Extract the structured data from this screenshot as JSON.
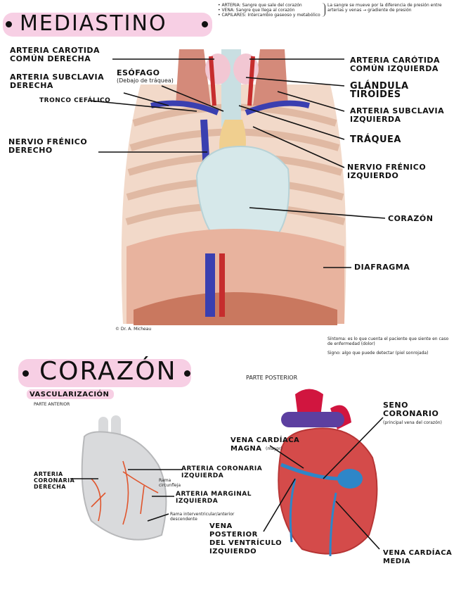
{
  "mediastino": {
    "title": "MEDIASTINO",
    "notes": "• ARTERIA: Sangre que sale del corazón\n• VENA: Sangre que llega al corazón\n• CAPILARES: Intercambio gaseoso y metabólico",
    "notes_aside": "La sangre se mueve por la diferencia de presión entre arterias y venas → gradiente de presión",
    "labels": {
      "carotida_der": "ARTERIA CAROTIDA\nCOMÚN DERECHA",
      "esofago": "ESÓFAGO",
      "esofago_note": "(Debajo de tráquea)",
      "subclavia_der": "ARTERIA SUBCLAVIA\nDERECHA",
      "tronco": "TRONCO CEFÁLICO",
      "frenico_der": "NERVIO FRÉNICO\nDERECHO",
      "carotida_izq": "ARTERIA CARÓTIDA\nCOMÚN IZQUIERDA",
      "tiroides": "GLÁNDULA TIROIDES",
      "subclavia_izq": "ARTERIA SUBCLAVIA\nIZQUIERDA",
      "traquea": "TRÁQUEA",
      "frenico_izq": "NERVIO FRÉNICO\nIZQUIERDO",
      "corazon": "CORAZÓN",
      "diafragma": "DIAFRAGMA"
    },
    "credit": "© Dr. A. Micheau",
    "sintoma": "Síntoma: es lo que cuenta el paciente que siente en caso de enfermedad (dolor)",
    "signo": "Signo: algo que puede detectar (piel sonrojada)"
  },
  "corazon": {
    "title": "CORAZÓN",
    "subtitle": "VASCULARIZACIÓN",
    "parte_anterior": "PARTE ANTERIOR",
    "parte_posterior": "PARTE POSTERIOR",
    "labels": {
      "coronaria_der": "ARTERIA\nCORONARIA\nDERECHA",
      "coronaria_izq": "ARTERIA CORONARIA\nIZQUIERDA",
      "rama_circunfleja": "Rama\ncircunfleja",
      "marginal_izq": "ARTERIA MARGINAL\nIZQUIERDA",
      "rama_interv": "Rama interventricular/anterior\ndescendente",
      "seno": "SENO\nCORONARIO",
      "seno_note": "(principal vena del corazón)",
      "cardiaca_magna": "VENA CARDÍACA\nMAGNA",
      "magna_note": "(mayor)",
      "posterior_vent": "VENA\nPOSTERIOR\nDEL VENTRÍCULO\nIZQUIERDO",
      "cardiaca_media": "VENA CARDÍACA\nMEDIA"
    }
  }
}
